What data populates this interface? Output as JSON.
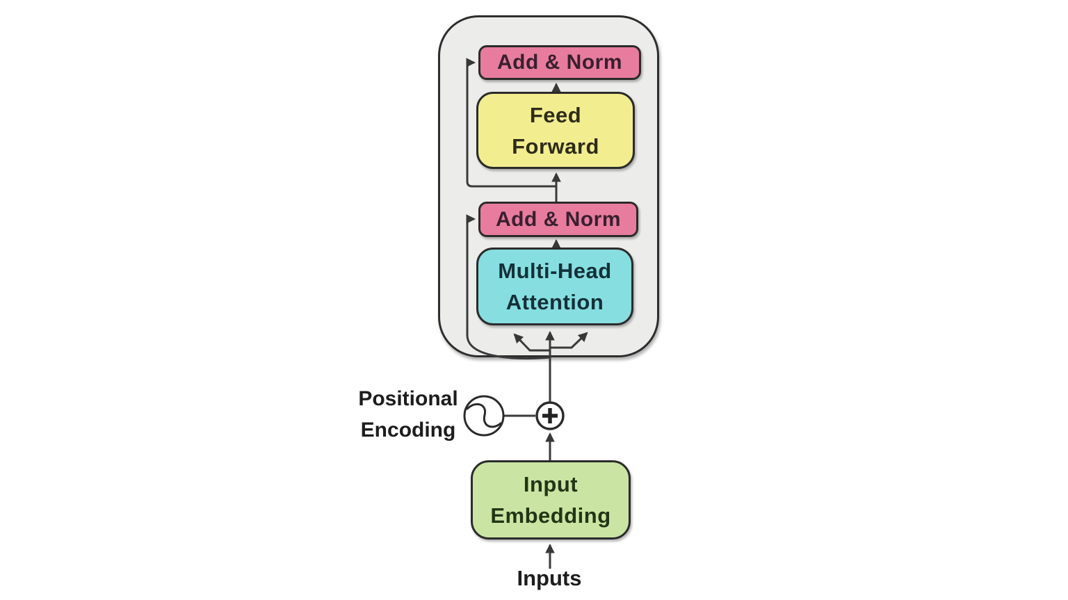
{
  "diagram": {
    "title": "transformer-encoder-block",
    "blocks": {
      "add_norm_top": "Add & Norm",
      "feed_forward": "Feed\nForward",
      "add_norm_bottom": "Add & Norm",
      "multi_head_attention": "Multi-Head\nAttention",
      "input_embedding": "Input\nEmbedding"
    },
    "labels": {
      "positional_encoding": "Positional\nEncoding",
      "inputs": "Inputs"
    },
    "icons": {
      "positional_encoding_icon": "sine-wave-circle",
      "add_icon": "plus-circle"
    },
    "colors": {
      "add_norm_fill": "#e87c9e",
      "feed_forward_fill": "#f2ee90",
      "attention_fill": "#86dee0",
      "embedding_fill": "#cae5a3",
      "encoder_background": "#ececeb",
      "line": "#3a3a3a",
      "border": "#2b2b2b",
      "canvas_background": "#ffffff"
    }
  }
}
